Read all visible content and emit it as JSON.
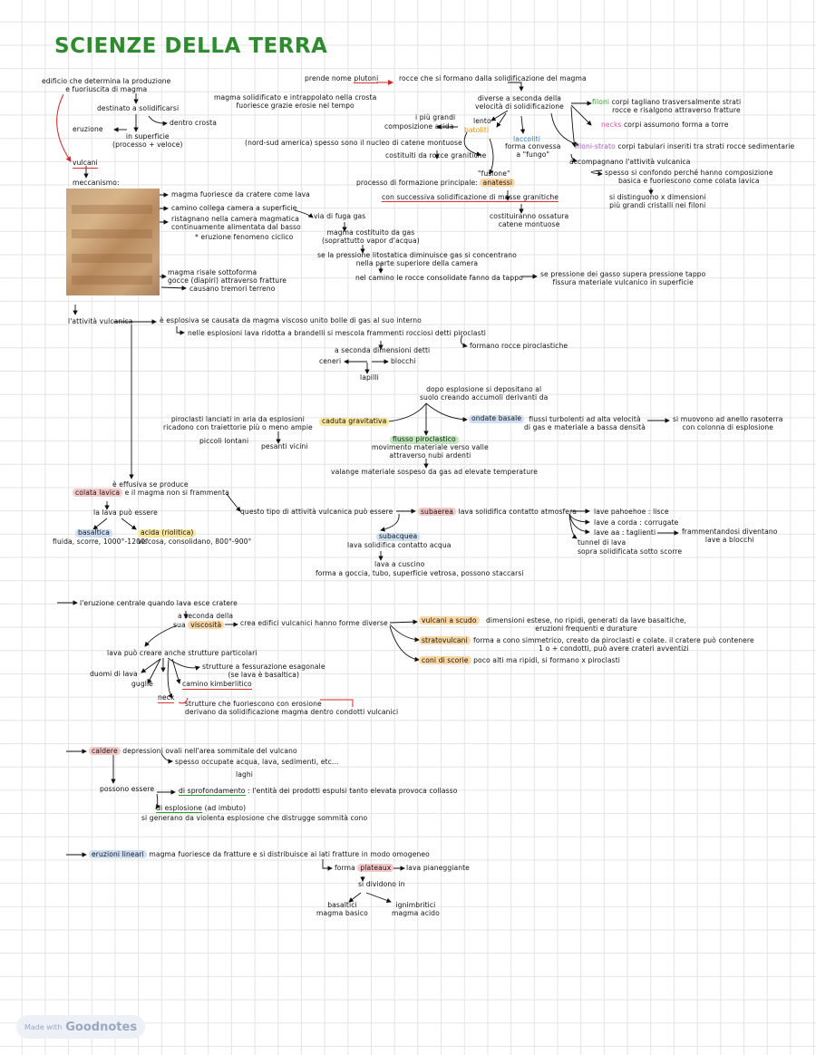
{
  "title": "SCIENZE DELLA TERRA",
  "left": {
    "edificio": "edificio che determina la produzione\ne fuoriuscita di magma",
    "destinato": "destinato a solidificarsi",
    "eruzione": "eruzione",
    "in_superficie": "in superficie\n(processo + veloce)",
    "dentro_crosta": "dentro crosta",
    "magma_intrappolato": "magma solidificato e intrappolato nella crosta\nfuoriesce grazie erosie nel tempo",
    "vulcani": "vulcani",
    "meccanismo": "meccanismo:",
    "fuoriesce_cratere": "magma fuoriesce da cratere come lava",
    "camino": "camino collega camera a superficie",
    "ristagnano": "ristagnano nella camera magmatica\ncontinuamente alimentata dal basso",
    "fenomeno": "* eruzione fenomeno ciclico",
    "magma_risale": "magma risale sottoforma\ngocce (diapiri) attraverso fratture",
    "causano": "causano tremori terreno",
    "via_fuga": "via di fuga gas",
    "magma_costituito": "magma costituito da gas\n(soprattutto vapor d'acqua)",
    "pressione": "se la pressione litostatica diminuisce gas si concentrano\nnella parte superiore della camera",
    "camino_rocce": "nel camino le rocce consolidate fanno da tappo",
    "tappo": "se pressione dei gasso supera pressione tappo\nfissura materiale vulcanico in superficie"
  },
  "plutoni": {
    "prende_nome": "prende nome",
    "plutoni": "plutoni",
    "rocce_magma": "rocce che si formano dalla solidificazione del magma",
    "diverse": "diverse a seconda della\nvelocità di solidificazione",
    "filoni": "filoni",
    "filoni_desc": "corpi tagliano trasversalmente strati\nrocce e risalgono attraverso fratture",
    "necks": "necks",
    "necks_desc": "corpi assumono forma a torre",
    "filoni_strato": "filoni-strato",
    "filoni_strato_desc": "corpi tabulari inseriti tra strati rocce sedimentarie",
    "accompagnano": "accompagnano l'attività vulcanica",
    "spesso_confondo": "spesso si confondo perché hanno composizione\nbasica e fuoriescono come colata lavica",
    "distinguono": "si distinguono x dimensioni\npiù grandi cristalli nei filoni",
    "piu_grandi": "i più grandi",
    "lento": "lento",
    "composizione": "composizione acida",
    "batoliti": "batoliti",
    "laccoliti": "laccoliti",
    "forma_convessa": "forma convessa\na \"fungo\"",
    "nord_sud": "(nord-sud america) spesso sono il nucleo di catene montuose",
    "costituiti": "costituiti da rocce granitiche",
    "fusione": "\"fusione\"",
    "processo": "processo di formazione principale:",
    "anatessi": "anatessi",
    "successiva": "con successiva solidificazione di masse granitiche",
    "ossatura": "costituiranno ossatura\ncatene montuose"
  },
  "attivita": {
    "attivita": "l'attività vulcanica",
    "e_esplosiva": "è esplosiva se causata da magma viscoso unito bolle di gas al suo interno",
    "nelle_esplosioni": "nelle esplosioni lava ridotta a brandelli si mescola frammenti rocciosi detti piroclasti",
    "formano": "formano rocce piroclastiche",
    "a_seconda": "a seconda dimensioni detti",
    "ceneri": "ceneri",
    "blocchi": "blocchi",
    "lapilli": "lapilli",
    "dopo": "dopo esplosione si depositano al\nsuolo creando accumoli derivanti da",
    "caduta": "caduta gravitativa",
    "piroclasti_lanciati": "piroclasti lanciati in aria da esplosioni\nricadono con traiettorie più o meno ampie",
    "piccoli": "piccoli lontani",
    "pesanti": "pesanti vicini",
    "ondate": "ondate basale",
    "flussi": "flussi turbolenti ad alta velocità\ndi gas e materiale a bassa densità",
    "anello": "si muovono ad anello rasoterra\ncon colonna di esplosione",
    "flusso": "flusso piroclastico",
    "movimento": "movimento materiale verso valle\nattraverso nubi ardenti",
    "valanghe": "valange materiale sospeso da gas ad elevate temperature"
  },
  "effusiva": {
    "e_effusiva": "è effusiva se produce",
    "colata": "colata lavica",
    "magma_non": "e il magma non si frammenta",
    "la_lava": "la lava può essere",
    "basaltica": "basaltica",
    "basaltica_desc": "fluida, scorre, 1000°-1200°",
    "acida": "acida (riolitica)",
    "acida_desc": "viscosa, consolidano, 800°-900°",
    "questo": "questo tipo di attività vulcanica può essere",
    "subaerea": "subaerea",
    "subaerea_desc": "lava solidifica contatto atmosfera",
    "pahoehoe": "lave pahoehoe : lisce",
    "corda": "lave a corda : corrugate",
    "aa": "lave aa : taglienti",
    "frammentandosi": "frammentandosi diventano\nlave a blocchi",
    "tunnel": "tunnel di lava",
    "sopra": "sopra solidificata sotto scorre",
    "subacquea": "subacquea",
    "subacquea_desc": "lava solidifica contatto acqua",
    "cuscino": "lava a cuscino",
    "cuscino_desc": "forma a goccia, tubo, superficie vetrosa, possono staccarsi"
  },
  "centrale": {
    "eruzione": "l'eruzione centrale quando lava esce cratere",
    "a_seconda": "a seconda della",
    "sua": "sua",
    "viscosita": "viscosità",
    "crea": "crea edifici vulcanici hanno forme diverse",
    "scudo": "vulcani a scudo",
    "scudo_desc": "dimensioni estese, no ripidi, generati da lave basaltiche,\neruzioni frequenti e durature",
    "strato": "stratovulcani",
    "strato_desc": "forma a cono simmetrico, creato da piroclasti e colate. il cratere può contenere\n1 o + condotti, può avere crateri avventizi",
    "coni": "coni di scorie",
    "coni_desc": "poco alti ma ripidi, si formano x piroclasti",
    "lava_crea": "lava può creare anche strutture particolari",
    "fessurazione": "strutture a fessurazione esagonale\n(se lava è basaltica)",
    "duomi": "duomi di lava",
    "guglie": "guglie",
    "camino_kimb": "camino kimberlitico",
    "neck": "neck",
    "neck_desc": "strutture che fuoriescono con erosione\nderivano da solidificazione magma dentro condotti vulcanici"
  },
  "caldere": {
    "caldere": "caldere",
    "desc": "depressioni ovali nell'area sommitale del vulcano",
    "occupate": "spesso occupate acqua, lava, sedimenti, etc...",
    "laghi": "laghi",
    "possono": "possono essere",
    "sprofondamento": "di sprofondamento",
    "sprofondamento_desc": "l'entità dei prodotti espulsi tanto elevata provoca collasso",
    "esplosione": "di esplosione",
    "esplosione_desc": "(ad imbuto)",
    "generano": "si generano da violenta esplosione che distrugge sommità cono"
  },
  "lineari": {
    "eruzioni": "eruzioni lineari",
    "desc": "magma fuoriesce da fratture e si distribuisce ai lati fratture in modo omogeneo",
    "forma": "forma",
    "plateaux": "plateaux",
    "lava_pian": "lava pianeggiante",
    "dividono": "si dividono in",
    "basaltici": "basaltici\nmagma basico",
    "ignimbritici": "ignimbritici\nmagma acido"
  },
  "badge": {
    "small": "Made with",
    "brand": "Goodnotes"
  }
}
